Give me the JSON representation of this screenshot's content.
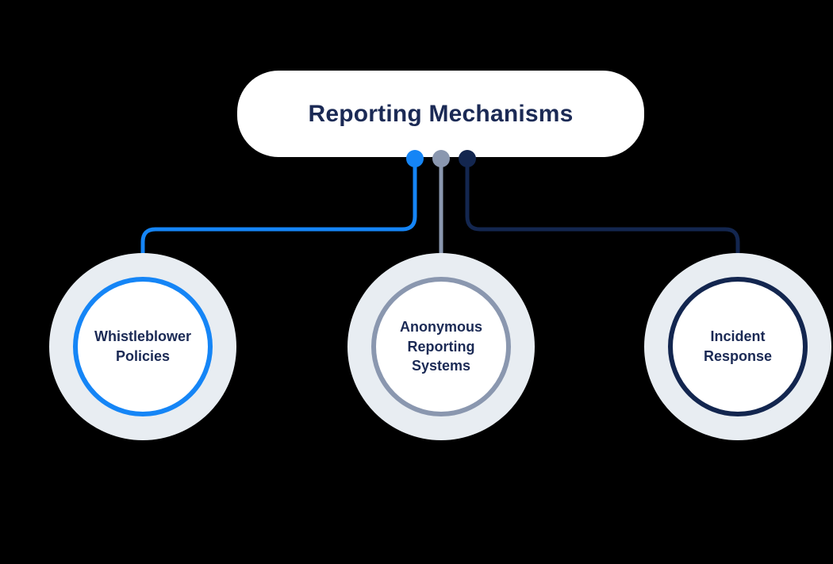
{
  "diagram": {
    "root": {
      "label": "Reporting Mechanisms"
    },
    "branches": [
      {
        "id": "whistleblower-policies",
        "label": "Whistleblower Policies",
        "color": "#1585F6"
      },
      {
        "id": "anonymous-reporting-systems",
        "label": "Anonymous Reporting Systems",
        "color": "#8A97AF"
      },
      {
        "id": "incident-response",
        "label": "Incident Response",
        "color": "#13264F"
      }
    ]
  },
  "colors": {
    "background": "#000000",
    "node_fill": "#FFFFFF",
    "halo": "#E8EDF2",
    "text": "#1B2A55",
    "branch_blue": "#1585F6",
    "branch_gray": "#8A97AF",
    "branch_navy": "#13264F"
  }
}
